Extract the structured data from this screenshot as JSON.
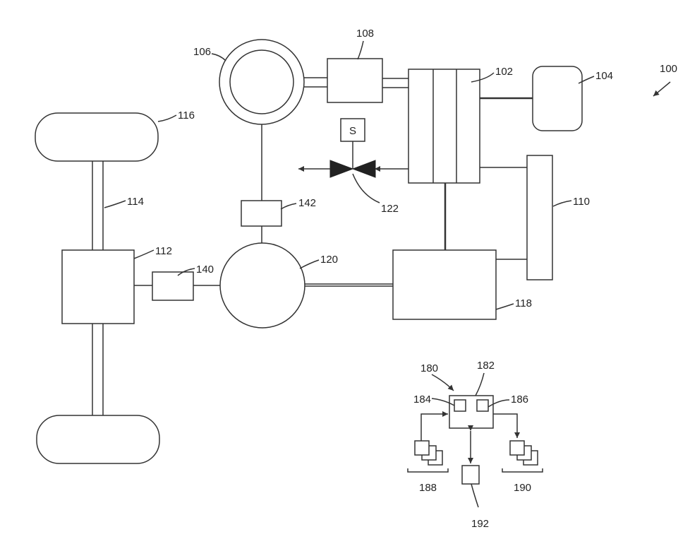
{
  "diagram": {
    "colors": {
      "stroke": "#333333",
      "fill": "#ffffff",
      "valve": "#222222"
    },
    "labels": {
      "system": "100",
      "battery": "102",
      "tank": "104",
      "generator": "106",
      "box108": "108",
      "panel": "110",
      "gearbox": "112",
      "axle": "114",
      "wheel": "116",
      "controller118": "118",
      "motor": "120",
      "valve": "122",
      "box140": "140",
      "box142": "142",
      "control_system": "180",
      "control_unit": "182",
      "module184": "184",
      "module186": "186",
      "inputs": "188",
      "outputs": "190",
      "interface": "192"
    },
    "sensor_symbol": "S"
  }
}
